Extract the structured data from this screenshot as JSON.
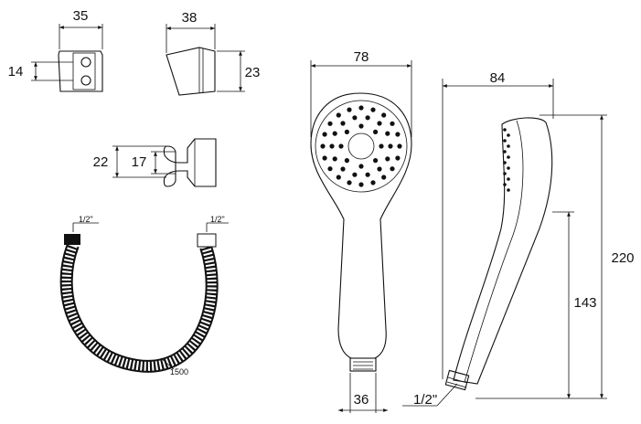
{
  "dimensions": {
    "bracket_width": "35",
    "bracket_height": "14",
    "holder_width": "38",
    "holder_height": "23",
    "clip_outer": "22",
    "clip_inner": "17",
    "head_diameter": "78",
    "handle_base": "36",
    "side_depth": "84",
    "total_length": "220",
    "handle_length": "143",
    "thread": "1/2\"",
    "hose_length": "1500",
    "hose_end_left": "1/2\"",
    "hose_end_right": "1/2\""
  }
}
